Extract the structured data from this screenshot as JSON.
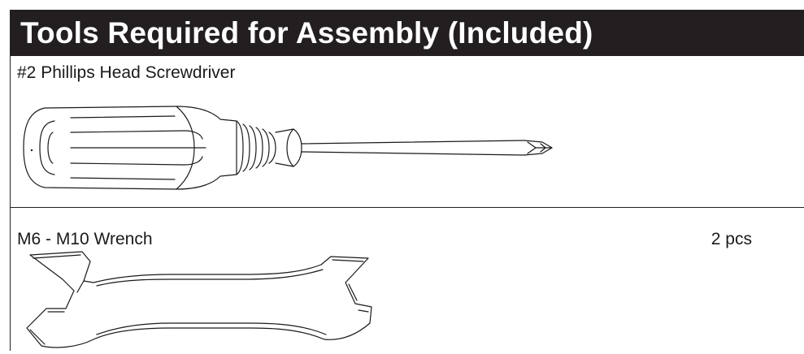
{
  "header": {
    "title": "Tools Required for Assembly (Included)"
  },
  "items": [
    {
      "name": "#2 Phillips Head Screwdriver",
      "quantity": "",
      "icon": "phillips-screwdriver-icon"
    },
    {
      "name": "M6 - M10 Wrench",
      "quantity": "2 pcs",
      "icon": "double-open-end-wrench-icon"
    }
  ],
  "colors": {
    "header_background": "#231f20",
    "header_text": "#ffffff",
    "line_art": "#1a1a1a"
  }
}
